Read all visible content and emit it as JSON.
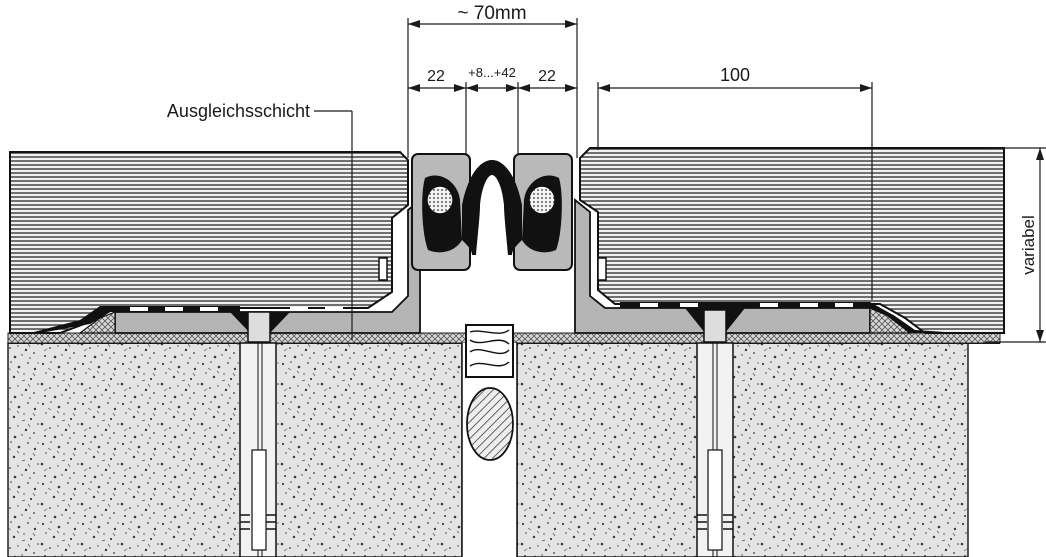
{
  "labels": {
    "overall_width": "~ 70mm",
    "left_width": "22",
    "gap_range": "+8...+42",
    "right_width": "22",
    "anchor_distance": "100",
    "layer_label": "Ausgleichsschicht",
    "height_label": "variabel"
  }
}
